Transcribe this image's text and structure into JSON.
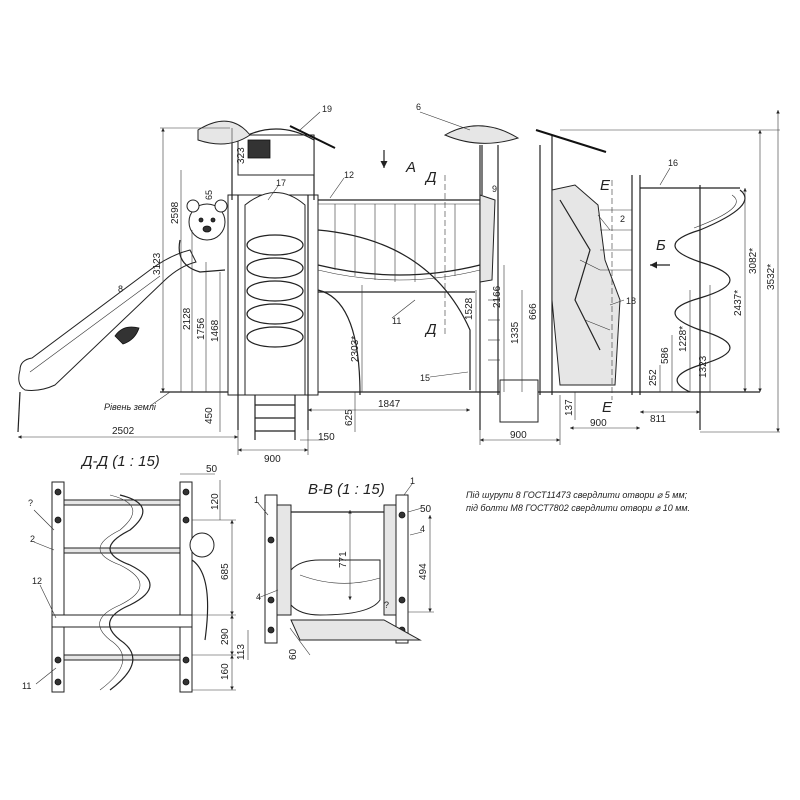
{
  "markers": {
    "m19": "19",
    "m6": "6",
    "m17": "17",
    "m12": "12",
    "m9": "9",
    "m16": "16",
    "m65": "65",
    "m8": "8",
    "m2": "2",
    "m11": "11",
    "m15": "15",
    "m18": "18"
  },
  "section_marks": {
    "a": "A",
    "d_top": "Д",
    "d_bottom": "Д",
    "e_top": "Е",
    "e_bottom": "Е",
    "b": "Б"
  },
  "ground_label": "Рівень землі",
  "dims_main": {
    "d323": "323",
    "d2598": "2598",
    "d3123": "3123",
    "d2128": "2128",
    "d1756": "1756",
    "d1468": "1468",
    "d450": "450",
    "d2502": "2502",
    "d900a": "900",
    "d150": "150",
    "d625": "625",
    "d2303": "2303*",
    "d1847": "1847",
    "d1528": "1528",
    "d2166": "2166",
    "d1335": "1335",
    "d666": "666",
    "d137": "137",
    "d900b": "900",
    "d900c": "900",
    "d252": "252",
    "d586": "586",
    "d1228": "1228*",
    "d2437": "2437*",
    "d3082": "3082*",
    "d1323": "1323",
    "d3532": "3532*",
    "d811": "811"
  },
  "view_dd": {
    "title": "Д-Д (1 : 15)",
    "d50": "50",
    "d120": "120",
    "d685": "685",
    "d290": "290",
    "d160": "160",
    "m_q": "?",
    "m2": "2",
    "m12": "12",
    "m11": "11"
  },
  "view_bb": {
    "title": "В-В (1 : 15)",
    "m1a": "1",
    "m1b": "1",
    "d50": "50",
    "m4a": "4",
    "m4b": "4",
    "d771": "771",
    "d494": "494",
    "d113": "113",
    "d60": "60",
    "m_q": "?"
  },
  "notes": {
    "line1": "Під шурупи 8 ГОСТ11473 свердлити отвори ⌀ 5 мм;",
    "line2": "під болти М8 ГОСТ7802 свердлити отвори ⌀ 10 мм."
  }
}
